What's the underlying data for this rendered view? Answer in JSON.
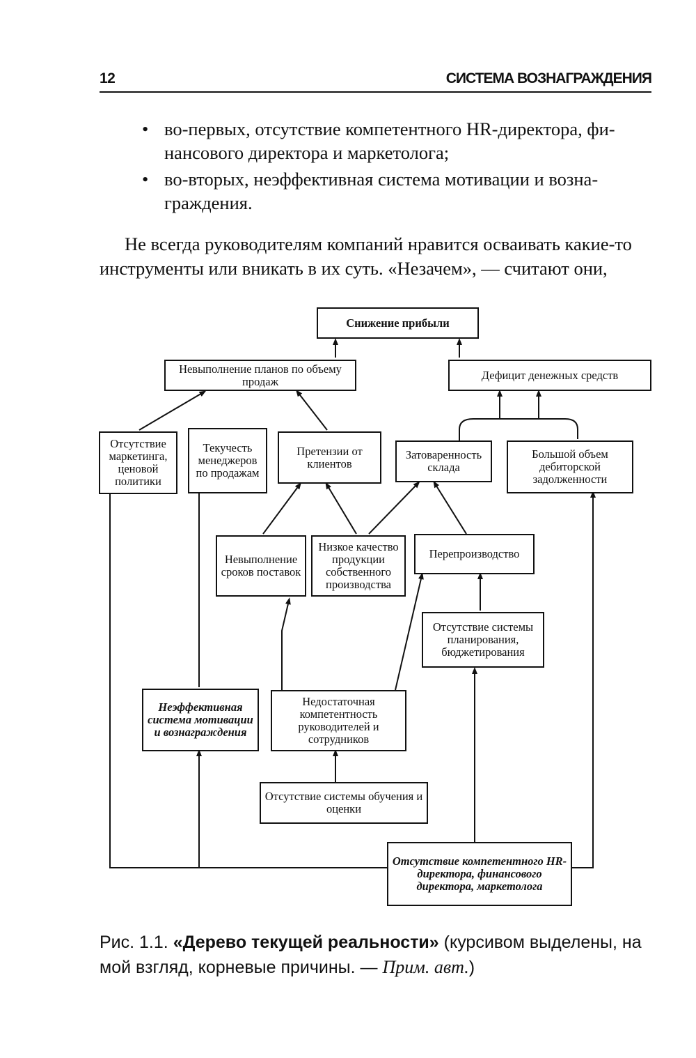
{
  "header": {
    "page_number": "12",
    "running_title": "СИСТЕМА ВОЗНАГРАЖДЕНИЯ"
  },
  "bullets": [
    "во-первых, отсутствие компетентного HR-директора, финансового директора и маркетолога;",
    "во-вторых, неэффективная система мотивации и вознаграждения."
  ],
  "bullet_lines": [
    [
      "во-первых, отсутствие компетентного HR-директора, фи-",
      "нансового директора и маркетолога;"
    ],
    [
      "во-вторых, неэффективная система мотивации и возна-",
      "граждения."
    ]
  ],
  "paragraph": [
    "Не всегда руководителям компаний нравится осваивать какие-то",
    "инструменты или вникать в их суть. «Незачем», — считают они,"
  ],
  "diagram": {
    "nodes": {
      "profit_decline": "Снижение прибыли",
      "sales_plan_failure": "Невыполнение планов по объему продаж",
      "cash_deficit": "Дефицит денежных средств",
      "no_marketing": "Отсутствие маркетинга, ценовой политики",
      "manager_turnover": "Текучесть менеджеров по продажам",
      "client_claims": "Претензии от клиентов",
      "overstock": "Затоваренность склада",
      "receivables": "Большой объем дебиторской задолженности",
      "late_delivery": "Невыполнение сроков поставок",
      "low_quality": "Низкое качество продукции собственного производства",
      "overproduction": "Перепроизводство",
      "no_planning": "Отсутствие системы планирования, бюджетирования",
      "ineffective_motivation": "Неэффективная система мотивации и вознаграждения",
      "low_competence": "Недостаточная компетентность руководителей и сотрудников",
      "no_training": "Отсутствие системы обучения и оценки",
      "no_competent_hr": "Отсутствие компетентного HR-директора, финансового директора, маркетолога"
    }
  },
  "caption": {
    "prefix": "Рис. 1.1. ",
    "title": "«Дерево текущей реальности»",
    "middle": " (курсивом выделены, на",
    "line2_start": "мой взгляд, корневые причины. — ",
    "note": "Прим. авт.",
    "close": ")"
  }
}
